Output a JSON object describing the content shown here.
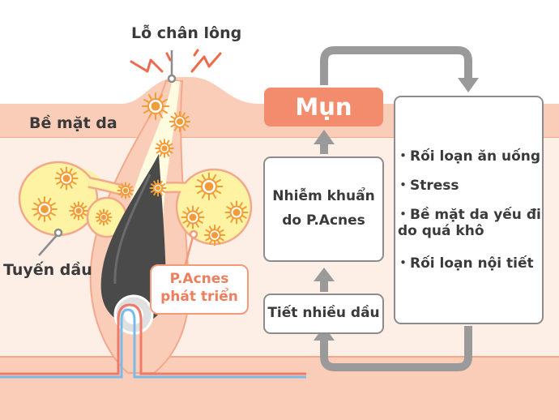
{
  "labels": {
    "pore": "Lỗ chân lông",
    "skin_surface": "Bề mặt da",
    "sebaceous_gland": "Tuyến dầu"
  },
  "bacteria_callout": {
    "line1": "P.Acnes",
    "line2": "phát triển"
  },
  "flow": {
    "acne": "Mụn",
    "infection_line1": "Nhiễm khuẩn",
    "infection_line2": "do P.Acnes",
    "excess_oil": "Tiết nhiều dầu"
  },
  "causes": {
    "item1": "・Rối loạn ăn uống",
    "item2": "・Stress",
    "item3_line1": "・Bề mặt da yếu đi",
    "item3_line2": "do quá khô",
    "item4": "・Rối loạn nội tiết"
  },
  "colors": {
    "skin_light": "#fdeee6",
    "skin_band": "#f9cdb8",
    "skin_line": "#f4a88b",
    "gland_yellow": "#fdf3a3",
    "bacteria": "#f39c3a",
    "accent": "#f38b6d",
    "hair": "#4a4a4a",
    "arrow_gray": "#9a9a9a",
    "vessel_red": "#f07a6a",
    "vessel_blue": "#7bbbe8"
  },
  "icons": [
    "irritation-lines-icon",
    "bacteria-icon",
    "hair-follicle-icon",
    "cycle-arrow-icon"
  ]
}
